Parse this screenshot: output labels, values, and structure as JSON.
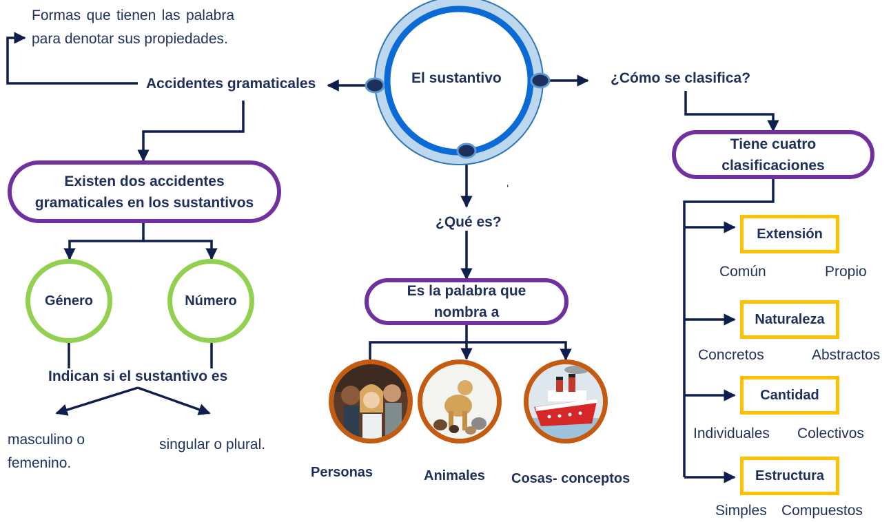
{
  "central": {
    "title": "El sustantivo"
  },
  "accidentes": {
    "label": "Accidentes gramaticales",
    "definition": "Formas que tienen las palabra para denotar sus propiedades.",
    "pill": "Existen dos accidentes gramaticales en los sustantivos",
    "genero": "Género",
    "numero": "Número",
    "indican": "Indican si el sustantivo es",
    "result_left": "masculino o femenino.",
    "result_right": "singular o plural."
  },
  "que_es": {
    "question": "¿Qué es?",
    "pill": "Es la palabra que nombra a",
    "stray_mark": "‘",
    "items": [
      "Personas",
      "Animales",
      "Cosas- conceptos"
    ]
  },
  "clasifica": {
    "question": "¿Cómo se clasifica?",
    "pill": "Tiene cuatro clasificaciones",
    "categories": [
      {
        "name": "Extensión",
        "left": "Común",
        "right": "Propio"
      },
      {
        "name": "Naturaleza",
        "left": "Concretos",
        "right": "Abstractos"
      },
      {
        "name": "Cantidad",
        "left": "Individuales",
        "right": "Colectivos"
      },
      {
        "name": "Estructura",
        "left": "Simples",
        "right": "Compuestos"
      }
    ]
  },
  "colors": {
    "navy": "#1f2f5c",
    "purple": "#7030a0",
    "green": "#92d050",
    "gold": "#ffc000",
    "brown": "#c55a11",
    "blue": "#0a6ad6"
  }
}
